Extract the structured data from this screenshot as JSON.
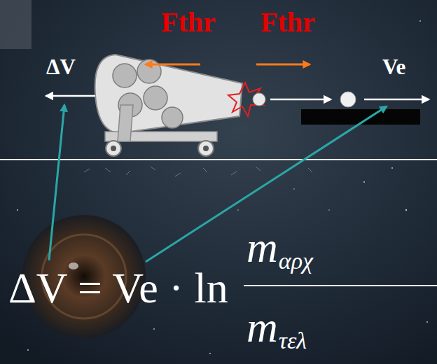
{
  "diagram": {
    "labels": [
      "ΔV",
      "Fthr",
      "Fthr",
      "Ve",
      "ΔV = Ve · ln",
      "m",
      "αρχ",
      "m",
      "τελ"
    ]
  }
}
